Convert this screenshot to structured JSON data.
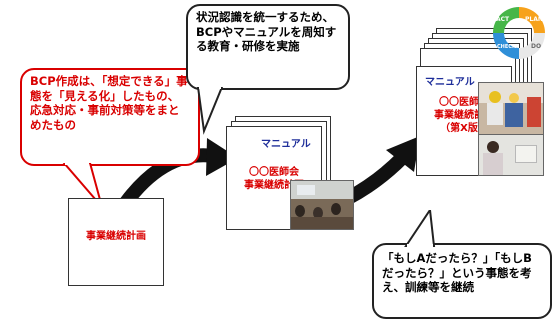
{
  "callouts": {
    "definition": "BCP作成は、「想定できる」事態を「見える化」したもの、応急対応・事前対策等をまとめたもの",
    "education": "状況認識を統一するため、BCPやマニュアルを周知する教育・研修を実施",
    "training": "「もしAだったら？」「もしBだったら？」という事態を考え、訓練等を継続"
  },
  "documents": {
    "first": {
      "title": "事業継続計画"
    },
    "second": {
      "manual_label": "マニュアル",
      "title_line1": "〇〇医師会",
      "title_line2": "事業継続計画"
    },
    "third": {
      "manual_label": "マニュアル",
      "title_line1": "〇〇医師会",
      "title_line2": "事業継続計画",
      "title_line3": "（第X版）"
    }
  },
  "pdca_cycle": {
    "labels": [
      "ACT",
      "PLAN",
      "DO",
      "CHECK"
    ]
  },
  "colors": {
    "accent_red": "#d90000",
    "manual_blue": "#1e2e9a",
    "arrow_black": "#111111",
    "pdca_act": "#46b648",
    "pdca_plan": "#f7a21b",
    "pdca_do": "#e8e8e8",
    "pdca_check": "#2f8fd8"
  }
}
